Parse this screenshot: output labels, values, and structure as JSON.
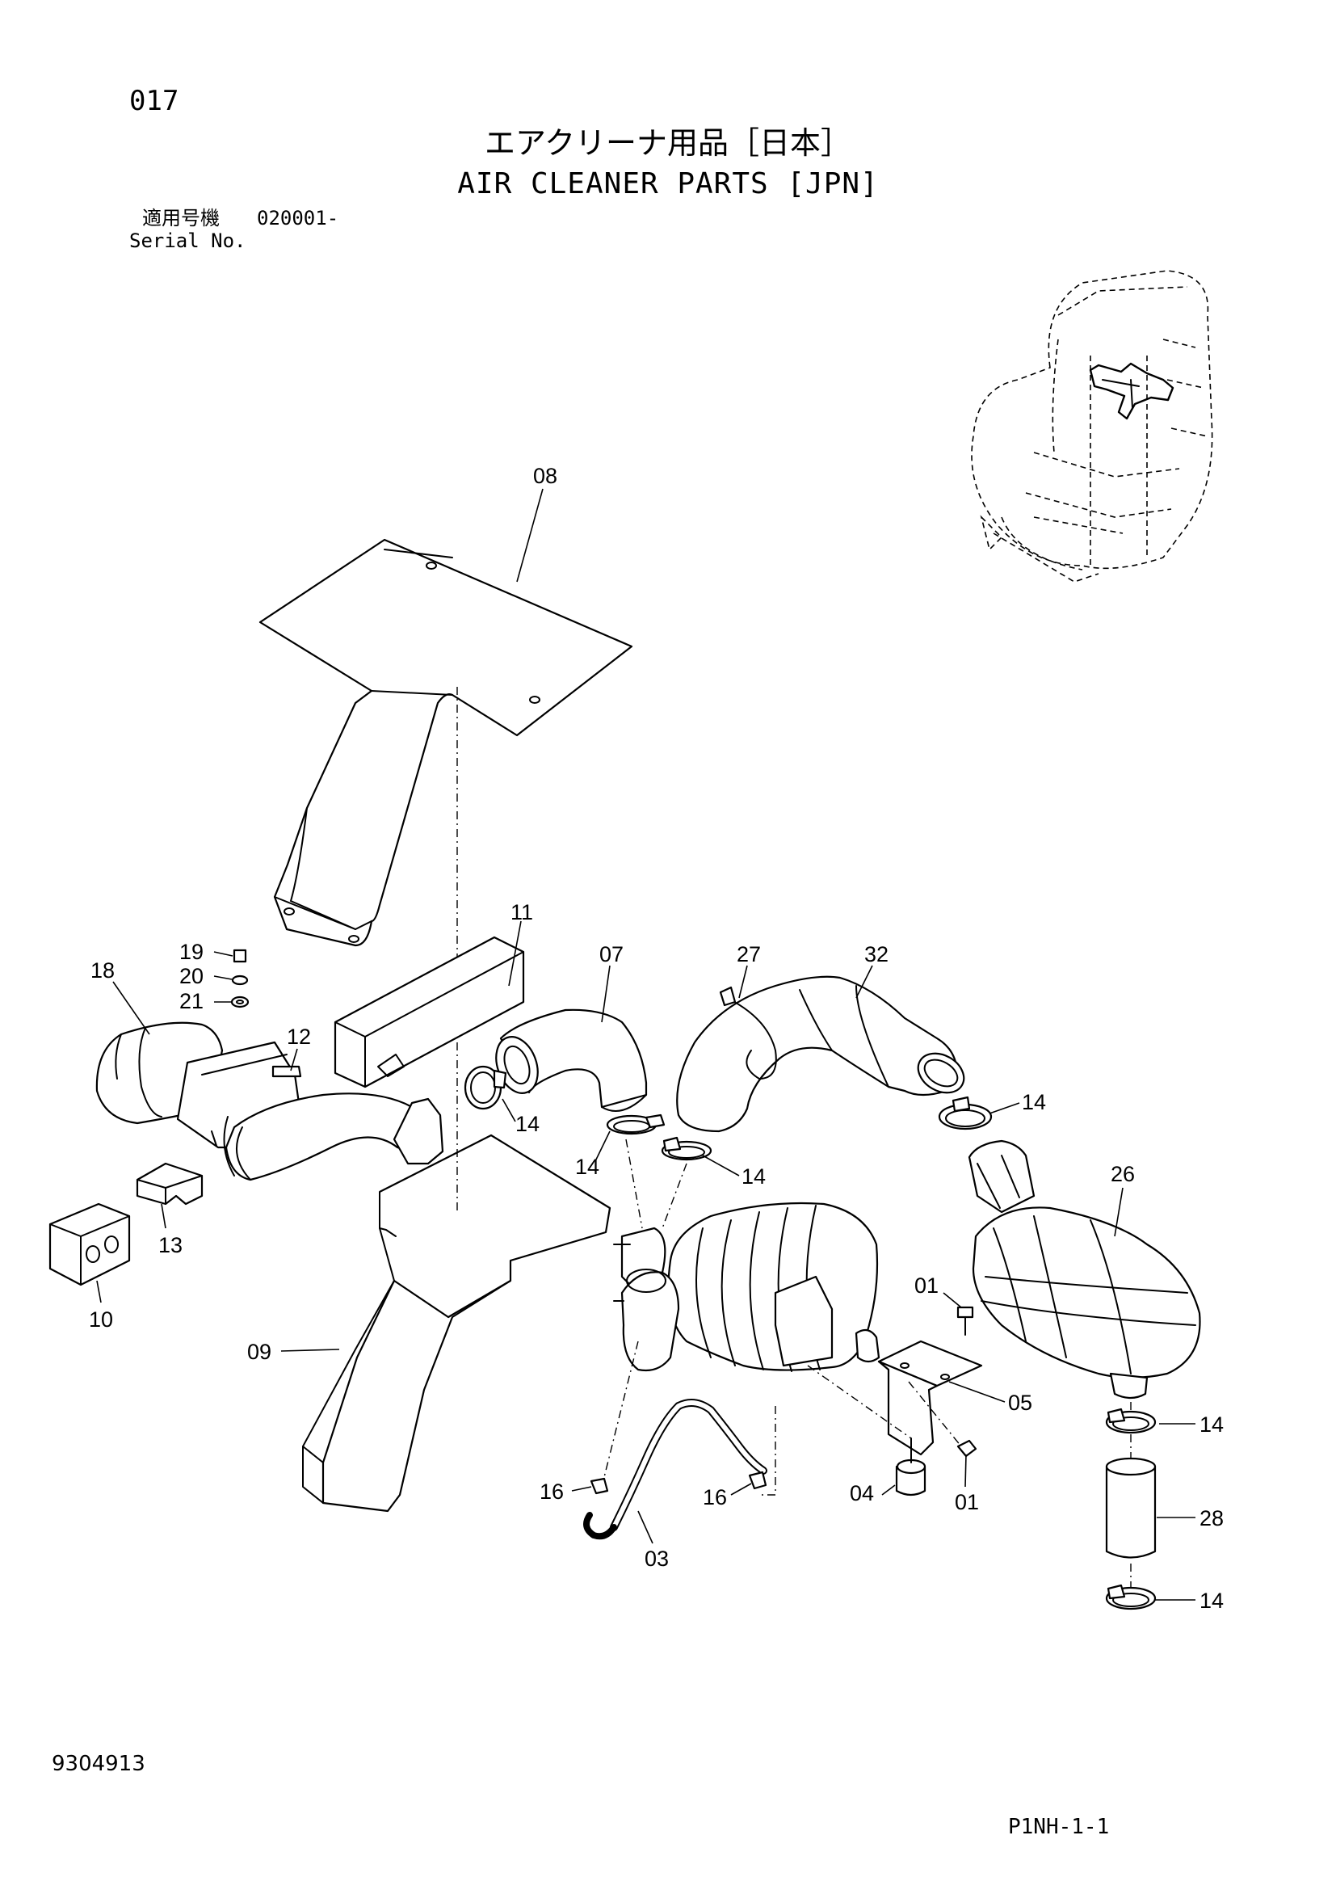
{
  "header": {
    "page_number": "017",
    "title_ja": "エアクリーナ用品［日本］",
    "title_en": "AIR CLEANER PARTS [JPN]",
    "serial_label_ja": "適用号機",
    "serial_value": "020001-",
    "serial_label_en": "Serial No."
  },
  "footer": {
    "doc_number": "9304913",
    "page_code": "P1NH-1-1"
  },
  "callouts": {
    "c08": "08",
    "c11": "11",
    "c07": "07",
    "c27": "27",
    "c32": "32",
    "c19": "19",
    "c20": "20",
    "c21": "21",
    "c18": "18",
    "c12": "12",
    "c14a": "14",
    "c14b": "14",
    "c14c": "14",
    "c14d": "14",
    "c14e": "14",
    "c14f": "14",
    "c26": "26",
    "c13": "13",
    "c10": "10",
    "c09": "09",
    "c01a": "01",
    "c01b": "01",
    "c05": "05",
    "c04": "04",
    "c16a": "16",
    "c16b": "16",
    "c03": "03",
    "c28": "28"
  }
}
